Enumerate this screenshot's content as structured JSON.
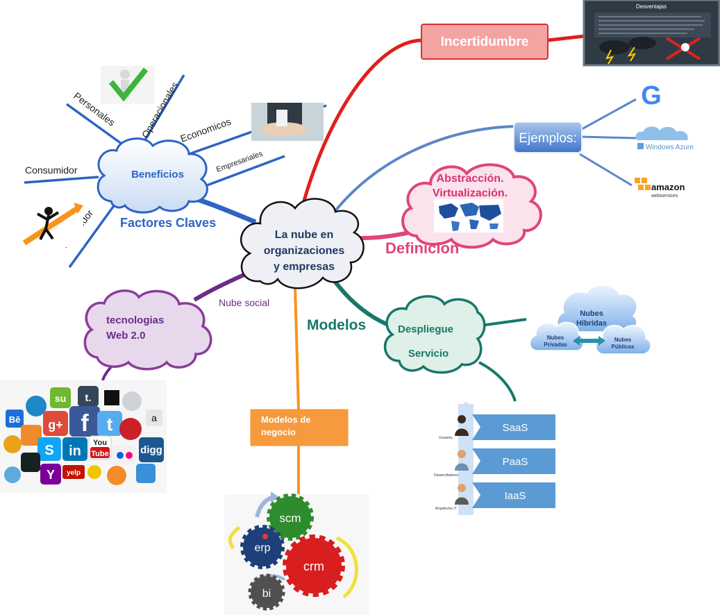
{
  "center": {
    "lines": [
      "La nube en",
      "organizaciones",
      "y empresas"
    ]
  },
  "branches": {
    "incertidumbre": {
      "label": "Incertidumbre",
      "panel_title": "Desventajas"
    },
    "ejemplos": {
      "label": "Ejemplos:",
      "items": [
        "Windows Azure",
        "amazon",
        "webservices"
      ],
      "google_glyph": "G"
    },
    "definicion": {
      "label": "Definicion",
      "cloud_lines": [
        "Abstracción.",
        "Virtualización."
      ]
    },
    "modelos": {
      "label": "Modelos",
      "cloud_lines": [
        "Despliegue",
        "Servicio"
      ],
      "deploy": {
        "top": [
          "Nubes",
          "Híbridas"
        ],
        "left": [
          "Nubes",
          "Privadas"
        ],
        "right": [
          "Nubes",
          "Públicas"
        ]
      },
      "services": [
        {
          "name": "SaaS",
          "role": "Usuarios"
        },
        {
          "name": "PaaS",
          "role": "Desarrolladores"
        },
        {
          "name": "IaaS",
          "role": "Arquitectos IT"
        }
      ]
    },
    "modelos_negocio": {
      "lines": [
        "Modelos de",
        "negocio"
      ],
      "gears": [
        "scm",
        "erp",
        "crm",
        "bi"
      ]
    },
    "nube_social": {
      "label": "Nube social",
      "cloud_lines": [
        "tecnologias",
        "Web 2.0"
      ],
      "icons": [
        "Bē",
        "su",
        "t.",
        "g+",
        "f",
        "t",
        "a",
        "S",
        "in",
        "You",
        "Tube",
        "digg",
        "Y",
        "yelp"
      ]
    },
    "factores": {
      "label": "Factores Claves",
      "cloud_label": "Beneficios",
      "items": [
        "Personales",
        "Operacionales",
        "Economicos",
        "Empresariales",
        "Consumidor",
        "Proveedor"
      ]
    }
  },
  "colors": {
    "red": "#e0201e",
    "blue": "#5b87c8",
    "pink": "#e0457b",
    "teal": "#16786a",
    "orange": "#f7941d",
    "purple": "#6a2c8a",
    "darkblue": "#2d63c4"
  }
}
